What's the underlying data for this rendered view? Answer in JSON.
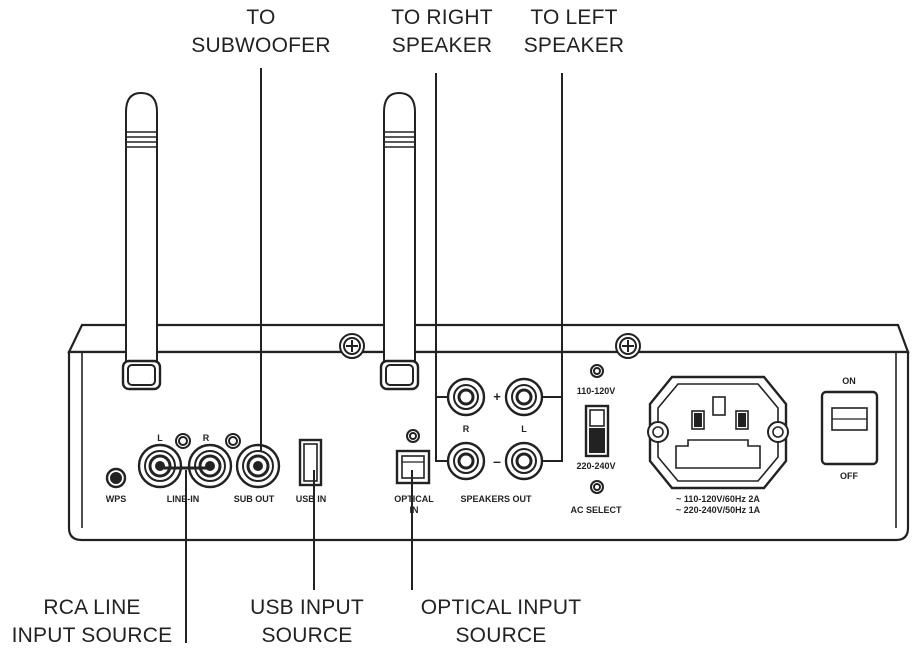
{
  "callouts": {
    "subwoofer": [
      "TO",
      "SUBWOOFER"
    ],
    "right_speaker": [
      "TO RIGHT",
      "SPEAKER"
    ],
    "left_speaker": [
      "TO LEFT",
      "SPEAKER"
    ],
    "rca_line": [
      "RCA LINE",
      "INPUT SOURCE"
    ],
    "usb_input": [
      "USB INPUT",
      "SOURCE"
    ],
    "optical_input": [
      "OPTICAL INPUT",
      "SOURCE"
    ]
  },
  "panel_labels": {
    "wps": "WPS",
    "line_in": "LINE-IN",
    "line_in_l": "L",
    "line_in_r": "R",
    "sub_out": "SUB OUT",
    "usb_in": "USB IN",
    "optical_in_line1": "OPTICAL",
    "optical_in_line2": "IN",
    "speakers_out": "SPEAKERS OUT",
    "speaker_r": "R",
    "speaker_l": "L",
    "plus": "+",
    "minus": "–",
    "voltage_110": "110-120V",
    "voltage_220": "220-240V",
    "ac_select": "AC SELECT",
    "rating_1": "~ 110-120V/60Hz 2A",
    "rating_2": "~ 220-240V/50Hz 1A",
    "power_on": "ON",
    "power_off": "OFF"
  }
}
